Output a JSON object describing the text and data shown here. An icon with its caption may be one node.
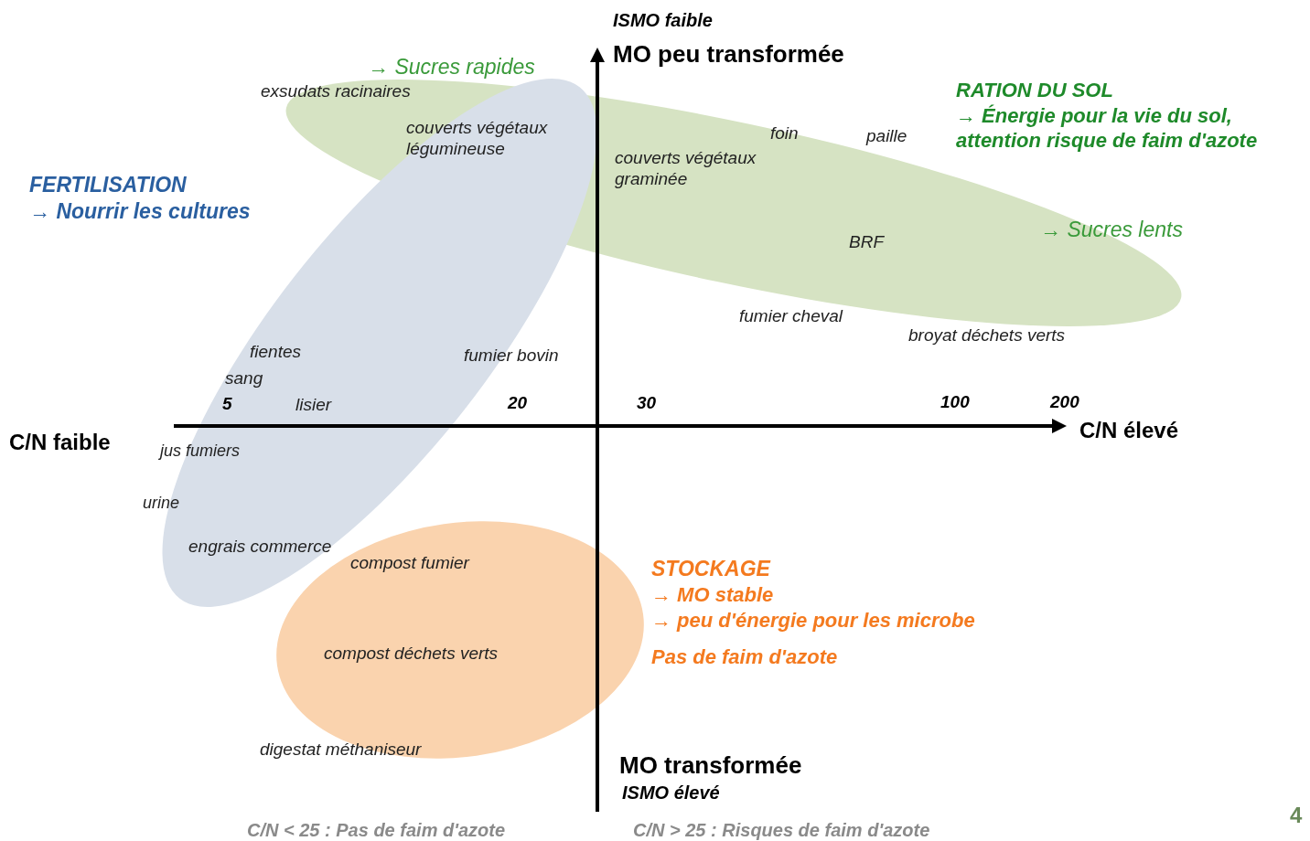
{
  "diagram": {
    "labels": [
      "ISMO faible",
      "MO peu transformée",
      "→ Sucres rapides",
      "exsudats racinaires",
      "RATION DU SOL",
      "→ Énergie pour la vie du sol,",
      "attention risque de faim d'azote",
      "couverts végétaux légumineuse",
      "foin",
      "paille",
      "couverts végétaux graminée",
      "FERTILISATION",
      "→ Nourrir les cultures",
      "→ Sucres lents",
      "BRF",
      "fumier cheval",
      "broyat déchets verts",
      "fientes",
      "fumier bovin",
      "sang",
      "5",
      "lisier",
      "20",
      "30",
      "100",
      "200",
      "C/N faible",
      "C/N élevé",
      "jus fumiers",
      "urine",
      "engrais commerce",
      "compost fumier",
      "STOCKAGE",
      "→ MO stable",
      "→ peu d'énergie pour les microbe",
      "compost déchets verts",
      "Pas de faim d'azote",
      "digestat méthaniseur",
      "MO transformée",
      "ISMO élevé",
      "C/N < 25 : Pas de faim d'azote",
      "C/N > 25 : Risques de faim d'azote",
      "4"
    ]
  }
}
